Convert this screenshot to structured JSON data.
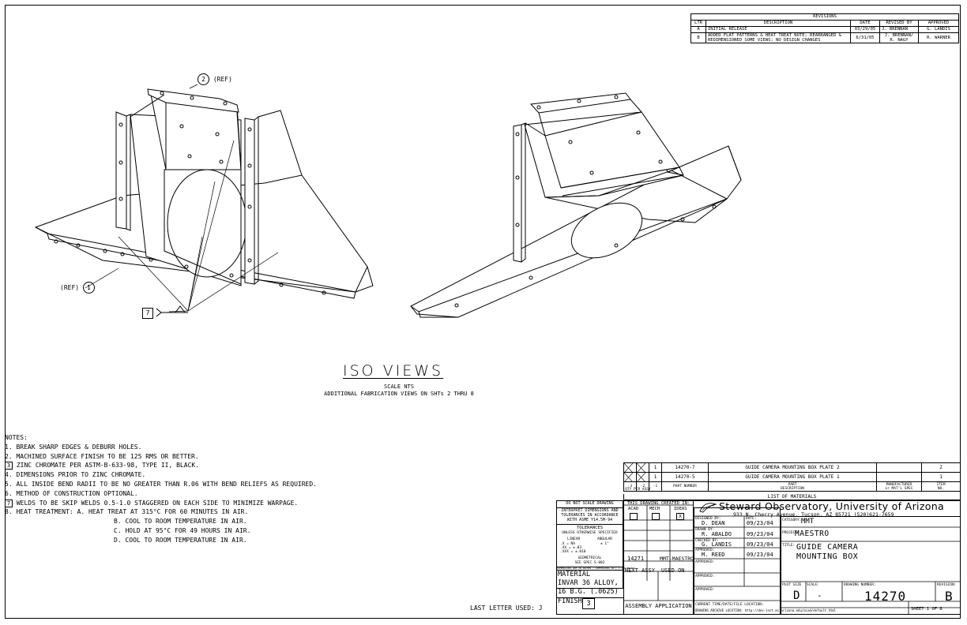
{
  "revisions": {
    "title": "REVISIONS",
    "headers": [
      "LTR",
      "DESCRIPTION",
      "DATE",
      "REVISED BY",
      "APPROVED"
    ],
    "rows": [
      {
        "ltr": "A",
        "desc1": "INITIAL RELEASE",
        "desc2": "",
        "date": "03/29/05",
        "by1": "J. BRENNAN",
        "by2": "",
        "approved": "G. LANDIS"
      },
      {
        "ltr": "B",
        "desc1": "ADDED FLAT PATTERNS & HEAT TREAT NOTE; REARRANGED &",
        "desc2": "REDIMENSIONED SOME VIEWS; NO DESIGN CHANGES",
        "date": "6/31/05",
        "by1": "J. BRENNAN/",
        "by2": "R. NAGY",
        "approved": "R. WARNER"
      }
    ]
  },
  "balloons": {
    "ref2_num": "2",
    "ref2_text": "(REF)",
    "ref1_num": "1",
    "ref1_text": "(REF)",
    "weld_num": "7"
  },
  "iso": {
    "title": "ISO VIEWS",
    "scale": "SCALE NTS",
    "additional": "ADDITIONAL FABRICATION VIEWS ON SHTs 2 THRU 8"
  },
  "notes": {
    "heading": "NOTES:",
    "items": [
      {
        "num": "1.",
        "text": "BREAK SHARP EDGES & DEBURR HOLES."
      },
      {
        "num": "2.",
        "text": "MACHINED SURFACE FINISH TO BE 125 RMS OR BETTER."
      },
      {
        "num": "3",
        "text": "ZINC CHROMATE PER ASTM-B-633-98, TYPE II, BLACK."
      },
      {
        "num": "4.",
        "text": "DIMENSIONS PRIOR TO ZINC CHROMATE."
      },
      {
        "num": "5.",
        "text": "ALL INSIDE BEND RADII TO BE NO GREATER THAN R.06 WITH BEND RELIEFS AS REQUIRED."
      },
      {
        "num": "6.",
        "text": "METHOD OF CONSTRUCTION OPTIONAL."
      },
      {
        "num": "7",
        "text": "WELDS TO BE SKIP WELDS 0.5-1.0 STAGGERED ON EACH SIDE TO MINIMIZE WARPAGE."
      },
      {
        "num": "8.",
        "text": "HEAT TREATMENT: A. HEAT TREAT AT 315°C FOR 60 MINUTES IN AIR."
      }
    ],
    "heat_b": "B. COOL TO ROOM TEMPERATURE IN AIR.",
    "heat_c": "C. HOLD AT 95°C FOR 49 HOURS IN AIR.",
    "heat_d": "D. COOL TO ROOM TEMPERATURE IN AIR."
  },
  "last_letter": "LAST LETTER USED: J",
  "bom": {
    "rows": [
      {
        "qty": "1",
        "part": "14270-7",
        "desc": "GUIDE CAMERA MOUNTING BOX PLATE 2",
        "item": "2"
      },
      {
        "qty": "1",
        "part": "14270-5",
        "desc": "GUIDE CAMERA MOUNTING BOX PLATE 1",
        "item": "1"
      }
    ],
    "dash3": "-3",
    "dash2": "-2",
    "dash1": "-1",
    "qty_header": "QTY PER ASSY",
    "part_header": "PART NUMBER",
    "desc_header_1": "PART",
    "desc_header_2": "DESCRIPTION",
    "mfr_header_1": "MANUFACTURER",
    "mfr_header_2": "or MAT'L SPEC",
    "item_header_1": "ITEM",
    "item_header_2": "NO.",
    "list_title": "LIST OF MATERIALS"
  },
  "titleblock": {
    "do_not_scale": "DO NOT SCALE DRAWING",
    "interpret_1": "INTERPRET DIMENSIONS AND",
    "interpret_2": "TOLERANCES IN ACCORDANCE",
    "interpret_3": "WITH ASME Y14.5M-94",
    "tolerances": "TOLERANCES",
    "unless": "UNLESS OTHERWISE SPECIFIED",
    "linear": "LINEAR",
    "angular": "ANGULAR",
    "tol_x": ".X   = NA",
    "tol_xx": ".XX  = ±.03",
    "tol_xxx": ".XXX = ±.010",
    "tol_ang": "± 1°",
    "geom_1": "GEOMETRICAL",
    "geom_2": "SEE SPEC S-002",
    "dims_note": "DIMENSIONS ARE IN INCHES / DIMENSIONS IN [ ] ARE METRIC",
    "material_label": "MATERIAL",
    "material_1": "INVAR 36 ALLOY,",
    "material_2": "16 B.G. (.0625)",
    "finish_label": "FINISH",
    "finish_num": "3",
    "created_in": "THIS DRAWING CREATED IN:",
    "acad": "ACAD",
    "mech": "MECH",
    "ideas": "IDEAS",
    "ideas_mark": "X",
    "next_assy_num": "14271",
    "used_on_val": "MMT-MAESTRO",
    "next_assy": "NEXT ASSY",
    "used_on": "USED ON",
    "assembly_app": "ASSEMBLY APPLICATION",
    "designed_by_label": "DESIGNED BY:",
    "designed_by": "D. DEAN",
    "date_label": "DATE:",
    "designed_date": "09/23/04",
    "drawn_by_label": "DRAWN BY:",
    "drawn_by": "R. ABALDO",
    "drawn_date": "09/23/04",
    "checked_by_label": "CHECKED BY:",
    "checked_by": "G. LANDIS",
    "checked_date": "09/23/04",
    "approved_label": "APPROVED:",
    "approved_by": "M. REED",
    "approved_date": "09/23/04",
    "org_name": "Steward Observatory, University of Arizona",
    "org_address": "933 N. Cherry Avenue, Tucson, AZ  85721   (520)621-7659",
    "category_label": "CATEGORY:",
    "category": "MMT",
    "project_label": "PROJECT:",
    "project": "MAESTRO",
    "title_label": "TITLE:",
    "title_1": "GUIDE CAMERA",
    "title_2": "MOUNTING BOX",
    "plot_size_label": "PLOT SIZE",
    "plot_size": "D",
    "scale_label": "SCALE:",
    "scale": "-",
    "dwg_no_label": "DRAWING NUMBER:",
    "dwg_no": "14270",
    "revision_label": "REVISION:",
    "revision": "B",
    "current_label": "CURRENT TIME/DATE/FILE LOCATION:",
    "archive_label": "DRAWING ARCHIVE LOCATION: http://dev-inst.as.arizona.edu/acad/default.html",
    "sheet": "SHEET 1 OF 8"
  }
}
